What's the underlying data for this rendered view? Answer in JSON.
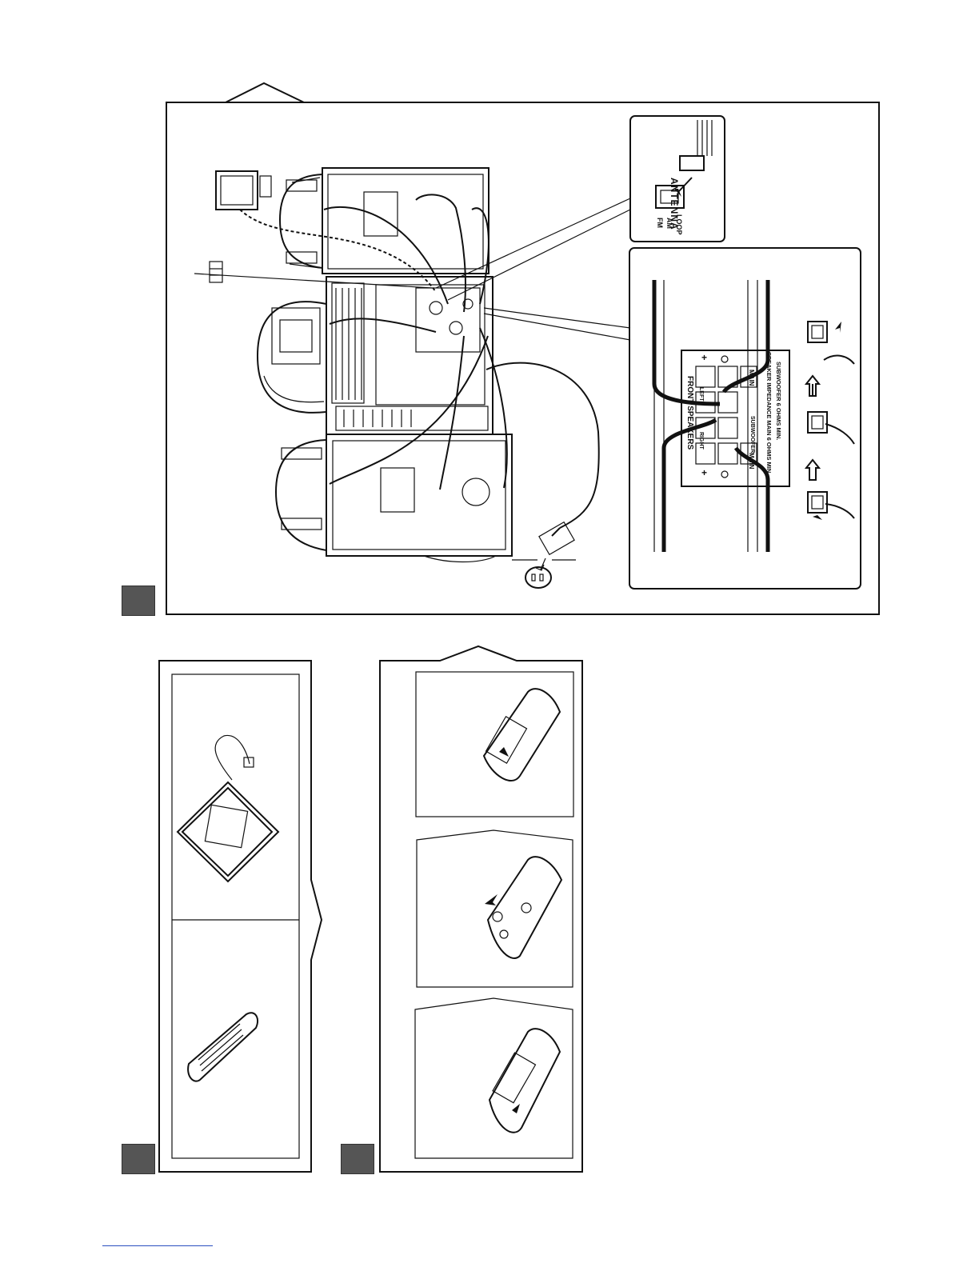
{
  "antenna_inset": {
    "title": "ANTENNA",
    "labels": [
      "FM",
      "AM",
      "LOOP"
    ]
  },
  "speaker_terminal_inset": {
    "front_speakers_label": "FRONT SPEAKERS",
    "left_label": "LEFT",
    "right_label": "RIGHT",
    "main_label_top": "MAIN",
    "subwoofer_label": "SUBWOOFER",
    "main_label_bottom": "MAIN",
    "impedance_line1": "SPEAKER IMPEDANCE MAIN 6 OHMS MIN.",
    "impedance_line2": "SUBWOOFER 6 OHMS MIN.",
    "plus": "+"
  },
  "colors": {
    "badge": "#555555",
    "line": "#111111",
    "footer_link": "#2a4fbf"
  }
}
